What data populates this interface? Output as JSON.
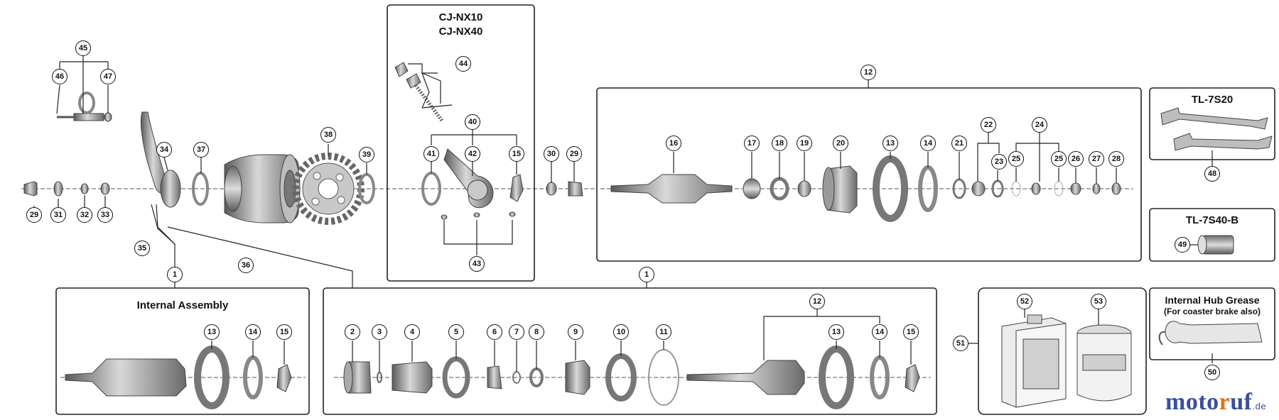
{
  "boxes": {
    "cj": {
      "title1": "CJ-NX10",
      "title2": "CJ-NX40"
    },
    "tl7s20": {
      "title": "TL-7S20"
    },
    "tl7s40": {
      "title": "TL-7S40-B"
    },
    "internal": {
      "title": "Internal Assembly"
    },
    "grease": {
      "title": "Internal Hub Grease",
      "subtitle": "(For coaster brake also)"
    }
  },
  "callouts": [
    "29",
    "31",
    "32",
    "33",
    "46",
    "45",
    "47",
    "34",
    "37",
    "38",
    "39",
    "41",
    "44",
    "40",
    "42",
    "15",
    "43",
    "30",
    "29",
    "12",
    "16",
    "17",
    "18",
    "19",
    "20",
    "13",
    "14",
    "21",
    "22",
    "23",
    "24",
    "25",
    "25",
    "26",
    "27",
    "28",
    "48",
    "49",
    "35",
    "1",
    "36",
    "1",
    "13",
    "14",
    "15",
    "2",
    "3",
    "4",
    "5",
    "6",
    "7",
    "8",
    "9",
    "10",
    "11",
    "12",
    "13",
    "14",
    "15",
    "52",
    "53",
    "51",
    "50"
  ],
  "logo": {
    "part1": "moto",
    "part2": "r",
    "part3": "uf",
    "part4": ".de"
  },
  "colors": {
    "line": "#333333",
    "metal": "#8a8a8a",
    "metal_dark": "#555555",
    "metal_light": "#cfcfcf"
  }
}
